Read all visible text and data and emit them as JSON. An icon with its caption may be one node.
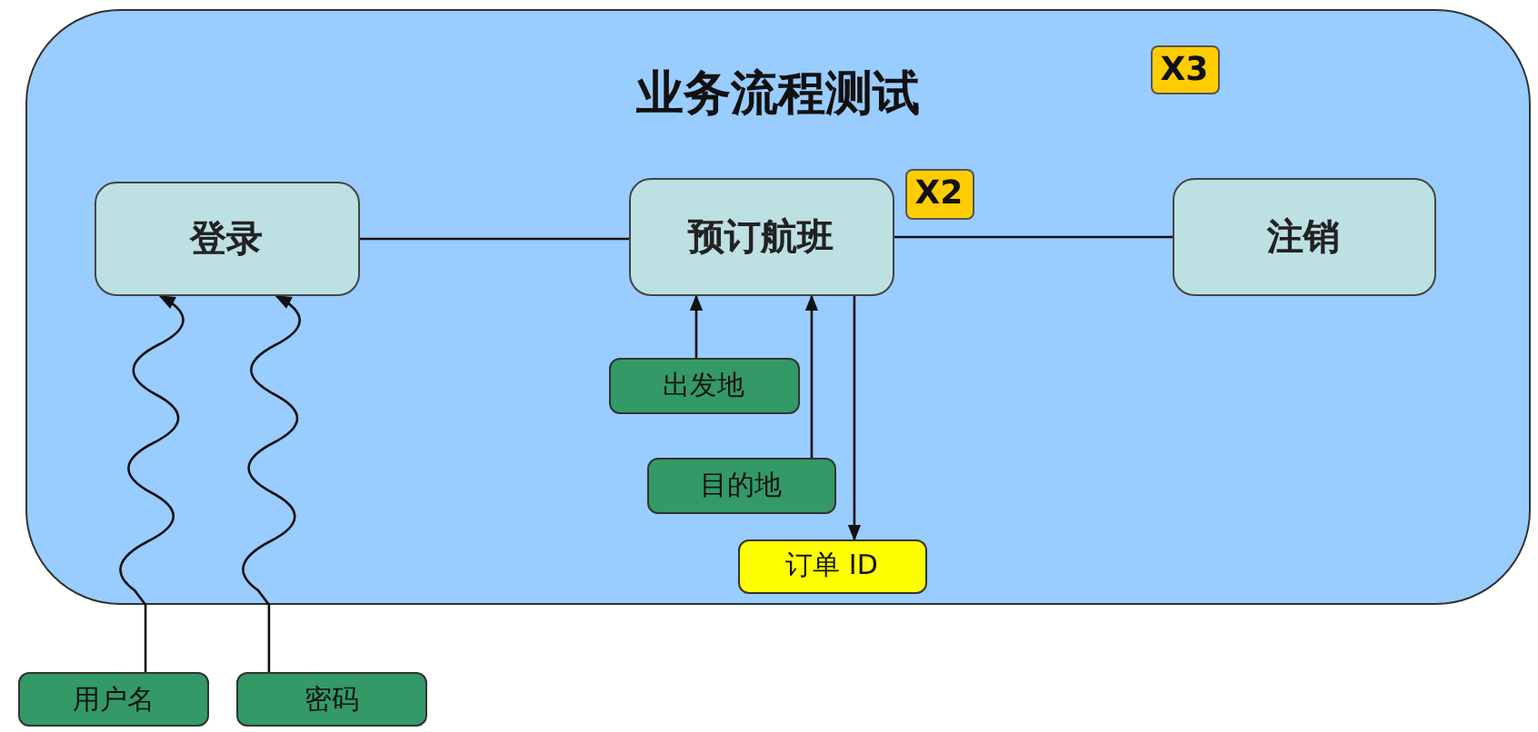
{
  "diagram": {
    "nodes": [
      {
        "text": [
          "业务流程测试"
        ]
      },
      {
        "text": [
          "X3"
        ],
        "in": 0
      },
      {
        "text": [
          "登录"
        ],
        "in": 0
      },
      {
        "text": [
          "预订航班"
        ],
        "in": 0
      },
      {
        "text": [
          "X2"
        ],
        "in": 0
      },
      {
        "text": [
          "注销"
        ],
        "in": 0
      },
      {
        "text": [
          "出发地"
        ],
        "in": 0
      },
      {
        "text": [
          "目的地"
        ],
        "in": 0
      },
      {
        "text": [
          "订单 ID"
        ],
        "in": 0
      },
      {
        "text": [
          "用户名"
        ]
      },
      {
        "text": [
          "密码"
        ]
      }
    ],
    "edges": [
      {
        "from": 2,
        "to": 3,
        "arrow": "none"
      },
      {
        "from": 3,
        "to": 5,
        "arrow": "none"
      },
      {
        "from": 6,
        "to": 3,
        "arrow": "to"
      },
      {
        "from": 7,
        "to": 3,
        "arrow": "to"
      },
      {
        "from": 3,
        "to": 8,
        "arrow": "to"
      },
      {
        "from": 9,
        "to": 2,
        "arrow": "to"
      },
      {
        "from": 10,
        "to": 2,
        "arrow": "to"
      }
    ]
  }
}
